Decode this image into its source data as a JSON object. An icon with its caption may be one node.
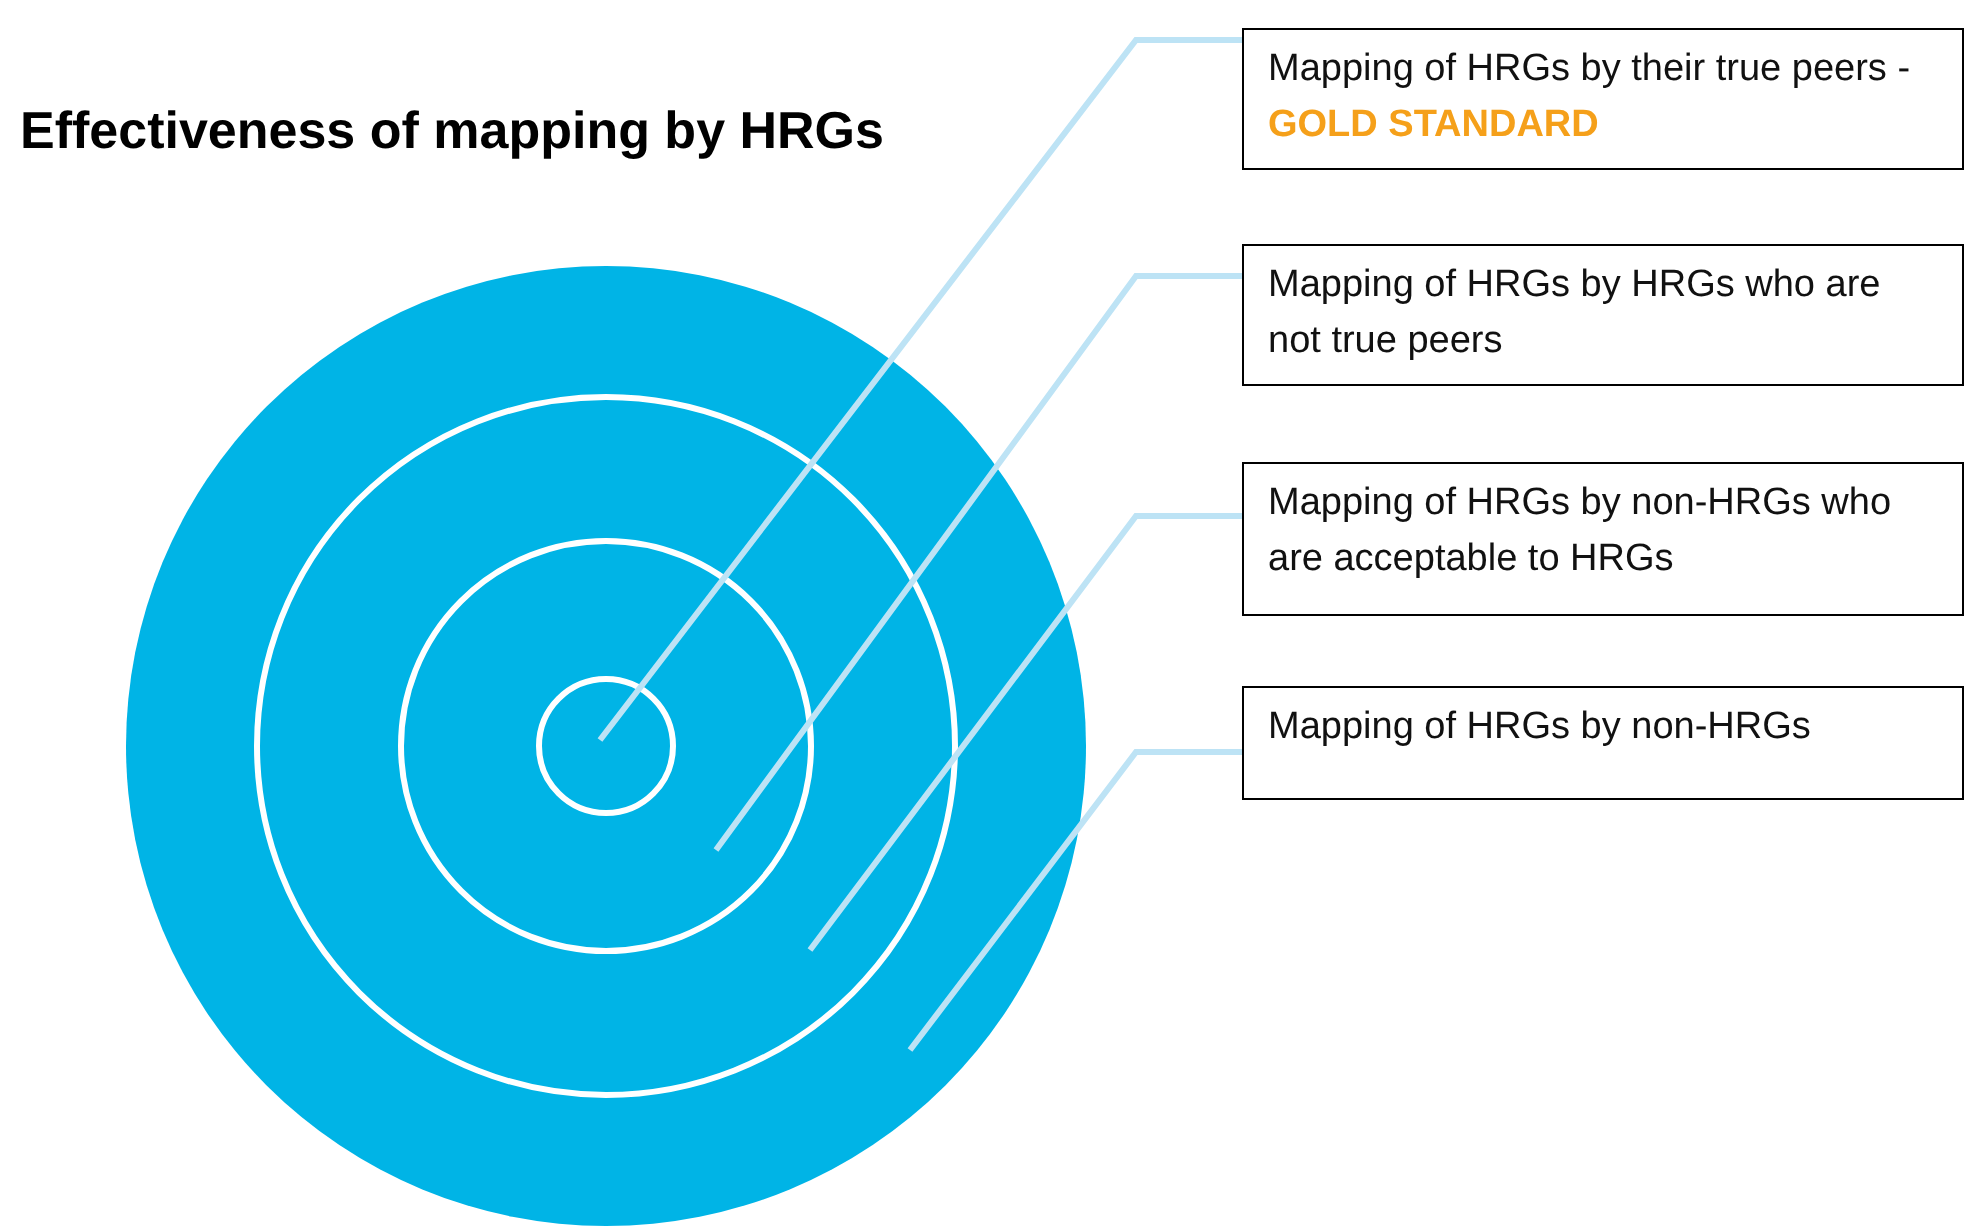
{
  "diagram": {
    "title": "Effectiveness of mapping by HRGs",
    "nodes": [
      {
        "text": [],
        "shape": "circle"
      },
      {
        "text": [],
        "shape": "circle",
        "in": 0
      },
      {
        "text": [],
        "shape": "circle",
        "in": 1
      },
      {
        "text": [],
        "shape": "circle",
        "in": 2
      },
      {
        "text": [
          "Mapping of HRGs by their true peers - **GOLD STANDARD**"
        ]
      },
      {
        "text": [
          "Mapping of HRGs by HRGs who are not true peers"
        ]
      },
      {
        "text": [
          "Mapping of HRGs by non-HRGs who are acceptable to HRGs"
        ]
      },
      {
        "text": [
          "Mapping of HRGs by non-HRGs"
        ]
      }
    ],
    "edges": [
      {
        "from": 4,
        "to": 3,
        "arrow": "none"
      },
      {
        "from": 5,
        "to": 2,
        "arrow": "none"
      },
      {
        "from": 6,
        "to": 1,
        "arrow": "none"
      },
      {
        "from": 7,
        "to": 0,
        "arrow": "none"
      }
    ]
  }
}
